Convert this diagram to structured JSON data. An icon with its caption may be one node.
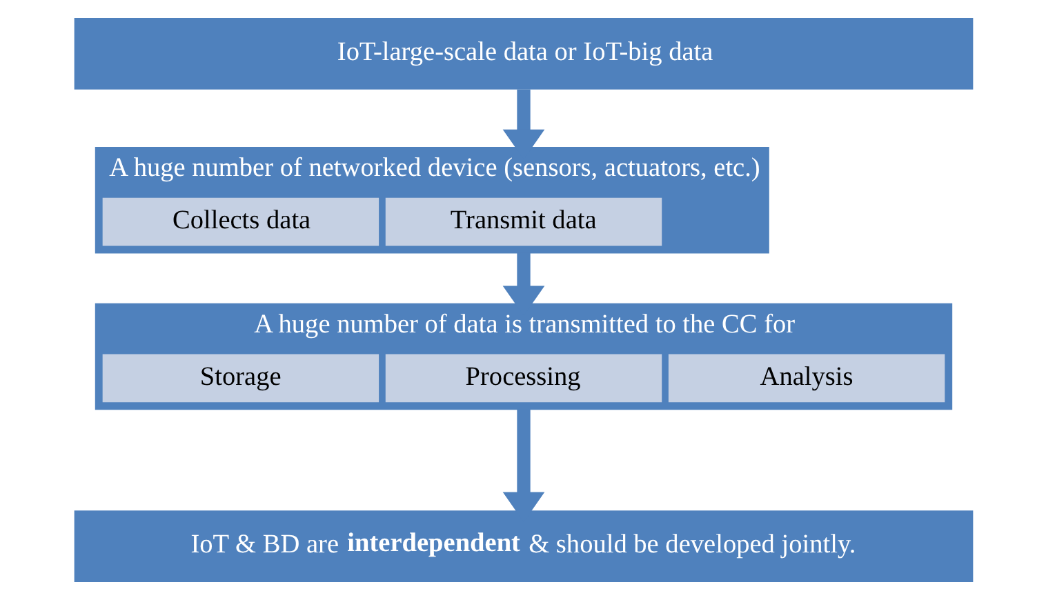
{
  "diagram": {
    "nodes": [
      {
        "text": [
          "IoT-large-scale data or IoT-big data"
        ]
      },
      {
        "text": [
          "A huge number of networked device (sensors, actuators, etc.)"
        ]
      },
      {
        "text": [
          "Collects data"
        ],
        "in": 1
      },
      {
        "text": [
          "Transmit data"
        ],
        "in": 1
      },
      {
        "text": [
          "A huge number of data is transmitted to the CC for"
        ]
      },
      {
        "text": [
          "Storage"
        ],
        "in": 4
      },
      {
        "text": [
          "Processing"
        ],
        "in": 4
      },
      {
        "text": [
          "Analysis"
        ],
        "in": 4
      },
      {
        "text": [
          "IoT & BD are **interdependent** & should be developed jointly."
        ]
      }
    ],
    "edges": [
      {
        "from": 0,
        "to": 1,
        "arrow": "to"
      },
      {
        "from": 1,
        "to": 4,
        "arrow": "to"
      },
      {
        "from": 4,
        "to": 8,
        "arrow": "to"
      }
    ]
  }
}
